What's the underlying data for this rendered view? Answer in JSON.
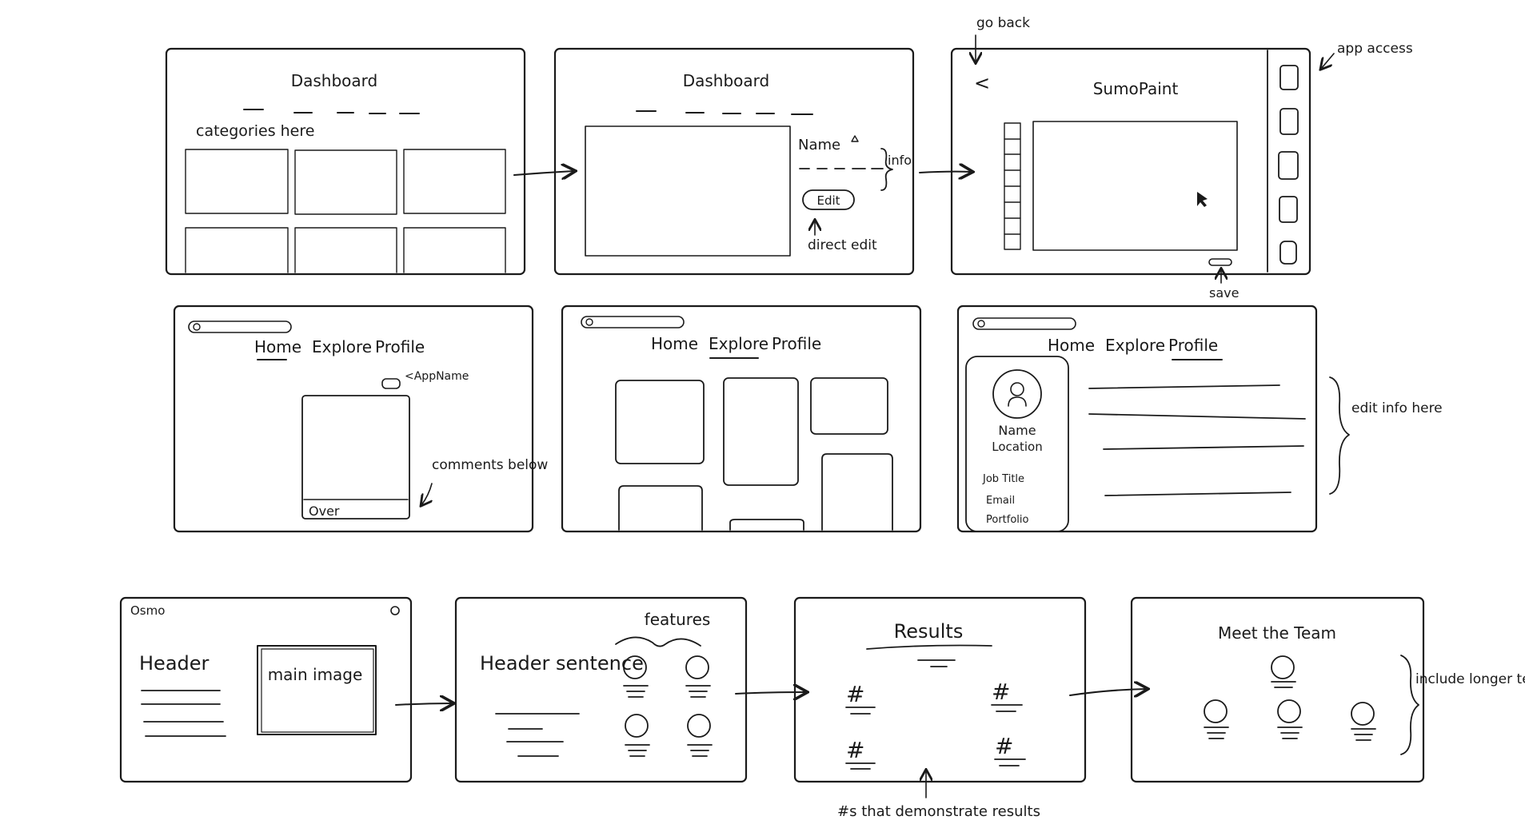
{
  "row1": {
    "frame1": {
      "title": "Dashboard",
      "caption": "categories here"
    },
    "frame2": {
      "title": "Dashboard",
      "name_label": "Name",
      "info_label": "info",
      "edit_button": "Edit",
      "note": "direct edit"
    },
    "frame3": {
      "back_glyph": "<",
      "title": "SumoPaint",
      "goback_note": "go back",
      "app_note": "app access",
      "save_note": "save"
    }
  },
  "row2": {
    "frame4": {
      "nav": [
        "Home",
        "Explore",
        "Profile"
      ],
      "appname_note": "AppName",
      "comments_note": "comments below",
      "overlay_label": "Over"
    },
    "frame5": {
      "nav": [
        "Home",
        "Explore",
        "Profile"
      ]
    },
    "frame6": {
      "nav": [
        "Home",
        "Explore",
        "Profile"
      ],
      "profile_name": "Name",
      "profile_location": "Location",
      "job_title": "Job Title",
      "email": "Email",
      "portfolio": "Portfolio",
      "edit_note": "edit info here"
    }
  },
  "row3": {
    "frame7": {
      "brand": "Osmo",
      "header": "Header",
      "main_image": "main image"
    },
    "frame8": {
      "header": "Header sentence",
      "features": "features"
    },
    "frame9": {
      "title": "Results",
      "hash": "#",
      "note": "#s that demonstrate results"
    },
    "frame10": {
      "title": "Meet the Team",
      "note": "include longer text for CEOs"
    }
  }
}
